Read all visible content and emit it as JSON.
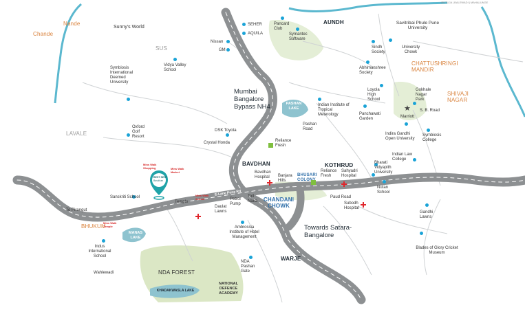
{
  "header": {
    "corner_text": "·RUTUJA | BALEWADI | MAHALUNGE"
  },
  "areas": {
    "aundh": "AUNDH",
    "chande": "Chande",
    "nande": "Nande",
    "sus": "SUS",
    "lavale": "LAVALE",
    "chattushringi": "CHATTUSHRINGI MANDIR",
    "shivaji_nagar": "SHIVAJI NAGAR",
    "bavdhan": "BAVDHAN",
    "kothrud": "KOTHRUD",
    "bhusari_colony": "BHUSARI COLONY",
    "chandani_chowk": "CHANDANI CHOWK",
    "bhukum": "BHUKUM",
    "warje": "WARJE",
    "nda_forest": "NDA FOREST",
    "manas_lake": "MANAS LAKE",
    "pashan_lake": "PASHAN LAKE",
    "khadakwasla_lake": "KHADAKWASLA LAKE"
  },
  "highways": {
    "bypass": "Mumbai Bangalore Bypass NH4",
    "towards": "Towards Satara-Bangalore",
    "to_pirangut": "To Pirangut",
    "expressway": "E-Lane Pune Rd"
  },
  "landmarks": {
    "sunnys_world": "Sunny's World",
    "seher": "SEHER",
    "aquila": "AQUILA",
    "pancard_club": "Pancard Club",
    "symantec": "Symantec Software",
    "nissan": "Nissan",
    "gm": "GM",
    "savitribai": "Savitribai Phule Pune University",
    "university_chowk": "University Chowk",
    "sindh_society": "Sindh Society",
    "abhimanshree": "Abhimanshree Society",
    "loyola": "Loyola High School",
    "gokhale": "Gokhale Nagar Park",
    "marriott": "Marriott",
    "sb_road": "S. B. Road",
    "vidya_valley": "Vidya Valley School",
    "symbiosis_intl": "Symbiosis International Deemed University",
    "iitm": "Indian Institute of Tropical Meterology",
    "panchawati": "Panchawati Garden",
    "pashan_road": "Pashan Road",
    "dsk_toyota": "DSK Toyota",
    "crystal_honda": "Crystal Honda",
    "reliance_fresh_1": "Reliance Fresh",
    "ignou": "Indira Gandhi Open University",
    "symbiosis_college": "Symbiosis College",
    "oxford_golf": "Oxford Golf Resort",
    "indian_law": "Indian Law College",
    "bavdhan_hospital": "Bavdhan Hospital",
    "banjara_hills": "Banjara Hills",
    "reliance_fresh_2": "Reliance Fresh",
    "sahyadri": "Sahyadri Hospital",
    "bharati": "Bharati Vidyapith University",
    "nutan_school": "Nutan School",
    "sanskriti": "Sanskriti School",
    "temple": "Temple",
    "petrol_pump": "Petrol Pump",
    "toll_naka": "Toll Naka",
    "paud_road": "Paud Road",
    "subodh": "Subodh Hospital",
    "gandhi_lawns": "Gandhi Lawns",
    "daulat_lawns": "Daulat Lawns",
    "amrossia": "Ambrossia Institute of Hotel Management",
    "indus": "Indus International School",
    "nda_pashan_gate": "NDA Pashan Gate",
    "blades_of_glory": "Blades of Glory Cricket Museum",
    "wahlewadi": "Wahlewadi",
    "nda_academy": "NATIONAL DEFENCE ACADEMY"
  },
  "project": {
    "brand": "BEST NEST",
    "sub": "Bavdhan",
    "walk_1": "Mins Walk Shopping",
    "walk_2": "Mins Walk Market",
    "walk_3": "Mins Walk School",
    "walk_4": "Mins Walk Temple"
  },
  "colors": {
    "highway": "#9a9d9f",
    "water": "#8ec3cf",
    "forest": "#dbe7c5",
    "river": "#5bb8cf",
    "poi": "#1aa3d7",
    "hospital": "#e0262b",
    "accent": "#d9823c"
  }
}
